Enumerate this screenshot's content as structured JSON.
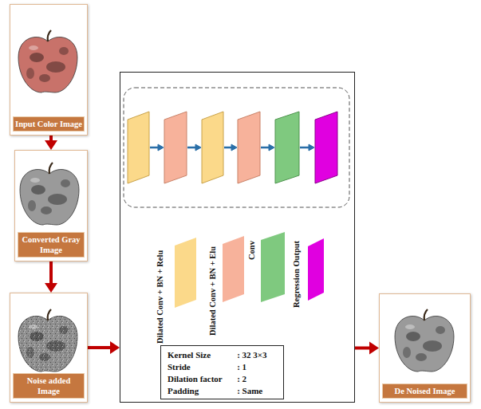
{
  "diagram": {
    "nodes": [
      {
        "text": [
          "Input Color Image"
        ]
      },
      {
        "text": [
          "Converted Gray Image"
        ]
      },
      {
        "text": [
          "Noise added Image"
        ]
      },
      {
        "text": []
      },
      {
        "text": [
          "Kernel Size",
          ": 32 3×3",
          "Stride",
          ": 1",
          "Dilation factor",
          ": 2",
          "Padding",
          ": Same"
        ],
        "in": 3
      },
      {
        "text": [
          "De Noised Image"
        ]
      }
    ],
    "edges": [
      {
        "from": 0,
        "to": 1,
        "arrow": "to"
      },
      {
        "from": 1,
        "to": 2,
        "arrow": "to"
      },
      {
        "from": 2,
        "to": 3,
        "arrow": "to"
      },
      {
        "from": 3,
        "to": 5,
        "arrow": "to"
      }
    ],
    "legend": [
      {
        "text": "Dilated Conv + BN + Relu",
        "color": "#fbd98a"
      },
      {
        "text": "Dilated Conv + BN + Elu",
        "color": "#f7b29b"
      },
      {
        "text": "Conv",
        "color": "#7fc97f"
      },
      {
        "text": "Regression Output",
        "color": "#e000e0"
      }
    ]
  }
}
